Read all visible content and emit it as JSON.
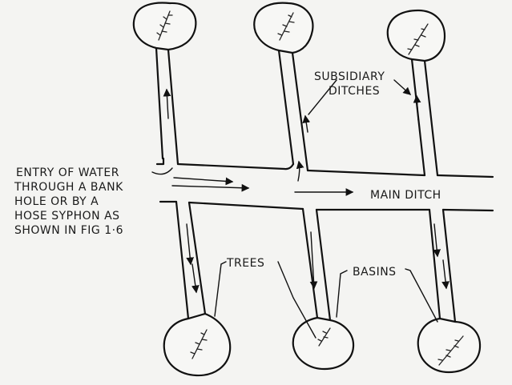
{
  "labels": {
    "entry_lines": [
      "ENTRY OF WATER",
      "THROUGH A BANK",
      "HOLE OR BY A",
      "HOSE SYPHON AS",
      "SHOWN IN FIG 1·6"
    ],
    "subsidiary_lines": [
      "SUBSIDIARY",
      "DITCHES"
    ],
    "main_ditch": "MAIN DITCH",
    "trees": "TREES",
    "basins": "BASINS"
  },
  "icons": {
    "tree": "tree-sprig-icon",
    "flow": "flow-arrow-icon"
  },
  "colors": {
    "ink": "#111111",
    "paper": "#f4f4f2"
  }
}
